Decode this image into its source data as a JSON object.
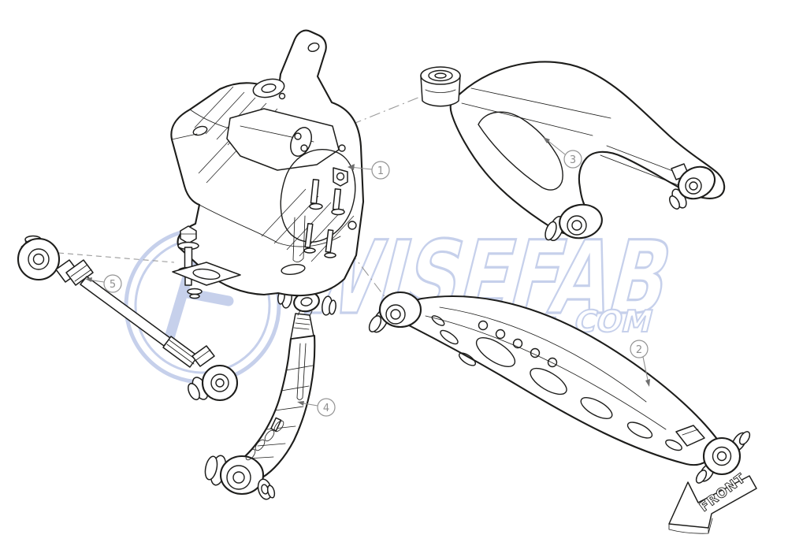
{
  "diagram": {
    "background_color": "#ffffff",
    "line_color": "#1d1d1b",
    "annotation_color": "#8f8f8f",
    "watermark": {
      "brand": "WISEFAB",
      "tld": ".COM",
      "color": "#c6d0eb"
    },
    "front_arrow": {
      "label": "FRONT"
    },
    "callouts": [
      {
        "number": "1",
        "part": "knuckle-upright-assembly"
      },
      {
        "number": "2",
        "part": "rear-lower-control-arm"
      },
      {
        "number": "3",
        "part": "rear-upper-control-arm"
      },
      {
        "number": "4",
        "part": "rear-traction-arm"
      },
      {
        "number": "5",
        "part": "adjustable-toe-rod"
      }
    ]
  }
}
